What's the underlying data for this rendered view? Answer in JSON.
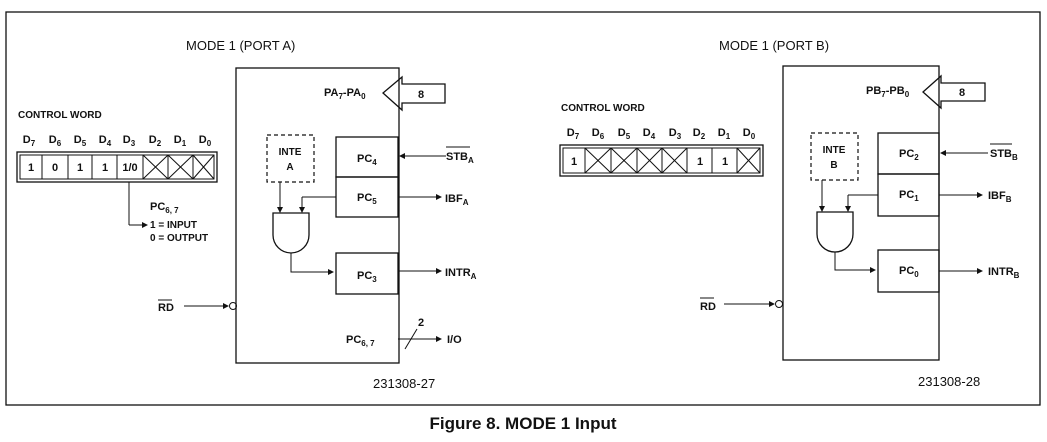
{
  "figure": {
    "caption": "Figure 8. MODE 1 Input",
    "port_a": {
      "title": "MODE 1 (PORT A)",
      "control_word_label": "CONTROL WORD",
      "bits": [
        {
          "d": "D",
          "sub": "7",
          "val": "1"
        },
        {
          "d": "D",
          "sub": "6",
          "val": "0"
        },
        {
          "d": "D",
          "sub": "5",
          "val": "1"
        },
        {
          "d": "D",
          "sub": "4",
          "val": "1"
        },
        {
          "d": "D",
          "sub": "3",
          "val": "1/0"
        },
        {
          "d": "D",
          "sub": "2",
          "val": "X"
        },
        {
          "d": "D",
          "sub": "1",
          "val": "X"
        },
        {
          "d": "D",
          "sub": "0",
          "val": "X"
        }
      ],
      "pc67_note": {
        "label": "PC",
        "sub": "6, 7",
        "line1": "1 = INPUT",
        "line2": "0 = OUTPUT"
      },
      "bus": {
        "label": "PA",
        "sub1": "7",
        "sep": "-PA",
        "sub2": "0",
        "width": "8"
      },
      "inte": {
        "line1": "INTE",
        "line2": "A"
      },
      "pins": [
        {
          "name": "PC",
          "sub": "4",
          "signal": "STB",
          "ssub": "A",
          "overline": true,
          "dir": "in"
        },
        {
          "name": "PC",
          "sub": "5",
          "signal": "IBF",
          "ssub": "A",
          "overline": false,
          "dir": "out"
        },
        {
          "name": "PC",
          "sub": "3",
          "signal": "INTR",
          "ssub": "A",
          "overline": false,
          "dir": "out"
        }
      ],
      "rd_label": "RD",
      "io": {
        "name": "PC",
        "sub": "6, 7",
        "count": "2",
        "label": "I/O"
      },
      "ref": "231308-27"
    },
    "port_b": {
      "title": "MODE 1 (PORT B)",
      "control_word_label": "CONTROL WORD",
      "bits": [
        {
          "d": "D",
          "sub": "7",
          "val": "1"
        },
        {
          "d": "D",
          "sub": "6",
          "val": "X"
        },
        {
          "d": "D",
          "sub": "5",
          "val": "X"
        },
        {
          "d": "D",
          "sub": "4",
          "val": "X"
        },
        {
          "d": "D",
          "sub": "3",
          "val": "X"
        },
        {
          "d": "D",
          "sub": "2",
          "val": "1"
        },
        {
          "d": "D",
          "sub": "1",
          "val": "1"
        },
        {
          "d": "D",
          "sub": "0",
          "val": "X"
        }
      ],
      "bus": {
        "label": "PB",
        "sub1": "7",
        "sep": "-PB",
        "sub2": "0",
        "width": "8"
      },
      "inte": {
        "line1": "INTE",
        "line2": "B"
      },
      "pins": [
        {
          "name": "PC",
          "sub": "2",
          "signal": "STB",
          "ssub": "B",
          "overline": true,
          "dir": "in"
        },
        {
          "name": "PC",
          "sub": "1",
          "signal": "IBF",
          "ssub": "B",
          "overline": false,
          "dir": "out"
        },
        {
          "name": "PC",
          "sub": "0",
          "signal": "INTR",
          "ssub": "B",
          "overline": false,
          "dir": "out"
        }
      ],
      "rd_label": "RD",
      "ref": "231308-28"
    }
  }
}
